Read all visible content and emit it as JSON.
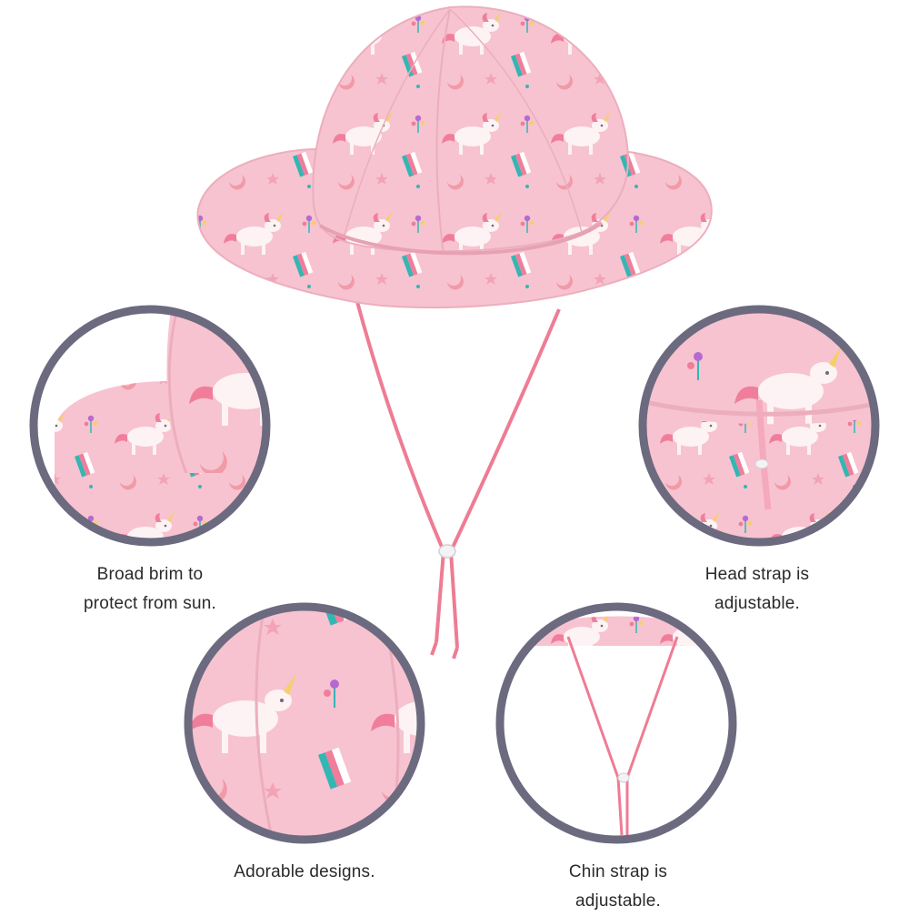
{
  "captions": {
    "brim": {
      "line1": "Broad brim to",
      "line2": "protect from sun."
    },
    "head_strap": {
      "line1": "Head strap is",
      "line2": "adjustable."
    },
    "designs": {
      "line1": "Adorable designs."
    },
    "chin_strap": {
      "line1": "Chin strap is",
      "line2": "adjustable."
    }
  },
  "colors": {
    "fabric": "#f7c3d0",
    "fabric_shadow": "#ecaebd",
    "strap": "#ee7c94",
    "ring": "#6c6a7f",
    "unicorn": "#fdf3f4",
    "accent_teal": "#33b6b4",
    "accent_pink": "#f07e9a",
    "caption_text": "#2a2a2a"
  },
  "icons": [
    "unicorn-print",
    "rainbow-print",
    "moon-print",
    "flower-print",
    "star-print",
    "toggle-stopper"
  ]
}
